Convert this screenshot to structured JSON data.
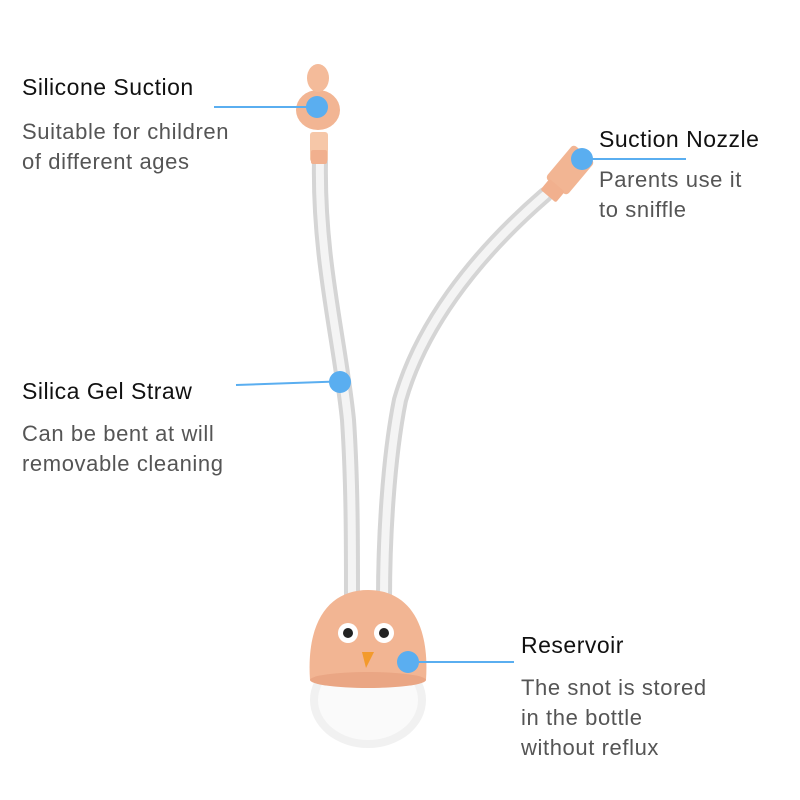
{
  "callouts": {
    "silicone_suction": {
      "title": "Silicone Suction",
      "desc_line1": "Suitable for children",
      "desc_line2": "of different ages"
    },
    "suction_nozzle": {
      "title": "Suction Nozzle",
      "desc_line1": "Parents use it",
      "desc_line2": "to sniffle"
    },
    "silica_gel_straw": {
      "title": "Silica Gel Straw",
      "desc_line1": "Can be bent at will",
      "desc_line2": "removable cleaning"
    },
    "reservoir": {
      "title": "Reservoir",
      "desc_line1": "The snot is stored",
      "desc_line2": "in the bottle",
      "desc_line3": "without reflux"
    }
  },
  "colors": {
    "marker": "#5aaef0",
    "product_body": "#f2b593",
    "tube": "#d8d8d8"
  }
}
